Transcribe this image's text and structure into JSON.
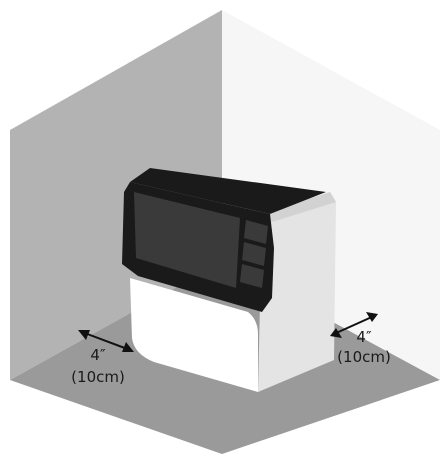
{
  "clearance": {
    "left": {
      "inches": "4″",
      "metric": "(10cm)"
    },
    "right": {
      "inches": "4″",
      "metric": "(10cm)"
    }
  },
  "icons": {
    "device": "countertop-appliance-icon",
    "arrows": "double-arrow-icon"
  },
  "colors": {
    "left_wall": "#b3b3b3",
    "right_wall": "#f6f6f6",
    "floor": "#999999",
    "device_body": "#ffffff",
    "device_face": "#1a1a1a",
    "screen": "#333333"
  }
}
